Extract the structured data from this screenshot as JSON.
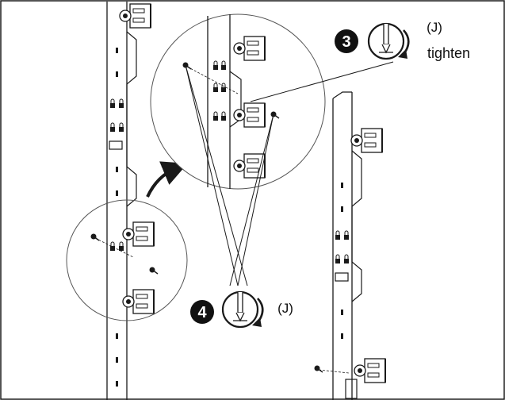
{
  "steps": [
    {
      "number": "3",
      "fastener": "(J)",
      "action": "tighten"
    },
    {
      "number": "4",
      "fastener": "(J)",
      "action": ""
    }
  ],
  "colors": {
    "line": "#1a1a1a",
    "badge": "#111111",
    "background": "#ffffff"
  },
  "icons": [
    "screwdriver-icon",
    "clockwise-arrow-icon",
    "screw-icon"
  ]
}
